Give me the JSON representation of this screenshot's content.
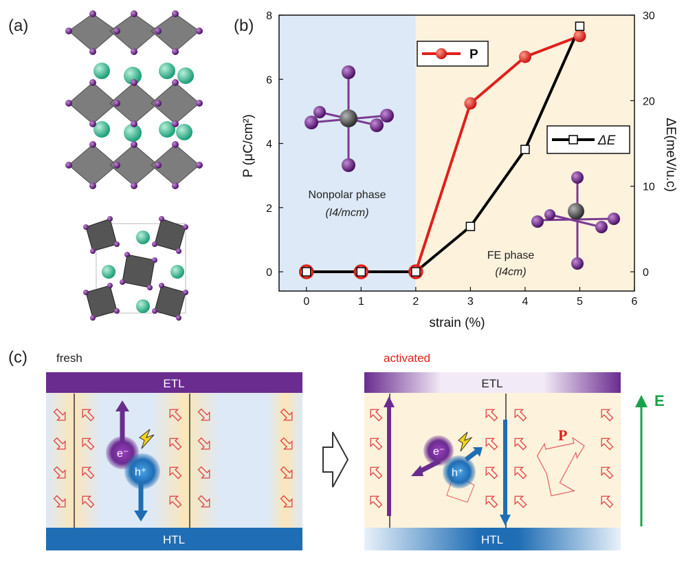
{
  "panels": {
    "a": "(a)",
    "b": "(b)",
    "c": "(c)"
  },
  "colors": {
    "p_series": "#e0201b",
    "e_series": "#000000",
    "nonpolar_bg": "#dde9f6",
    "fe_bg": "#fdf2dc",
    "etl": "#6a2c8f",
    "htl": "#1f6db4",
    "field": "#19a24a"
  },
  "chart_data": {
    "type": "line",
    "x": [
      0,
      1,
      2,
      3,
      4,
      5
    ],
    "xlabel": "strain (%)",
    "ylabel": "P (μC/cm²)",
    "y2label": "ΔE(meV/u.c)",
    "xlim": [
      -0.5,
      6
    ],
    "ylim": [
      -0.6,
      8
    ],
    "y2lim": [
      -2.25,
      30
    ],
    "xticks": [
      "0",
      "1",
      "2",
      "3",
      "4",
      "5",
      "6"
    ],
    "yticks": [
      "0",
      "2",
      "4",
      "6",
      "8"
    ],
    "y2ticks": [
      "0",
      "10",
      "20",
      "30"
    ],
    "series": [
      {
        "name": "P",
        "axis": "left",
        "values": [
          0,
          0,
          0,
          5.25,
          6.7,
          7.35
        ]
      },
      {
        "name": "ΔE",
        "axis": "right",
        "values": [
          0,
          0,
          0,
          5.3,
          14.3,
          28.7
        ]
      }
    ],
    "annotations": {
      "nonpolar_phase": "Nonpolar phase",
      "nonpolar_group": "(I4/mcm)",
      "fe_phase": "FE phase",
      "fe_group": "(I4cm)"
    }
  },
  "panel_c": {
    "fresh_label": "fresh",
    "activated_label": "activated",
    "etl": "ETL",
    "htl": "HTL",
    "electron": "e⁻",
    "hole": "h⁺",
    "polarization": "P",
    "field": "E"
  }
}
